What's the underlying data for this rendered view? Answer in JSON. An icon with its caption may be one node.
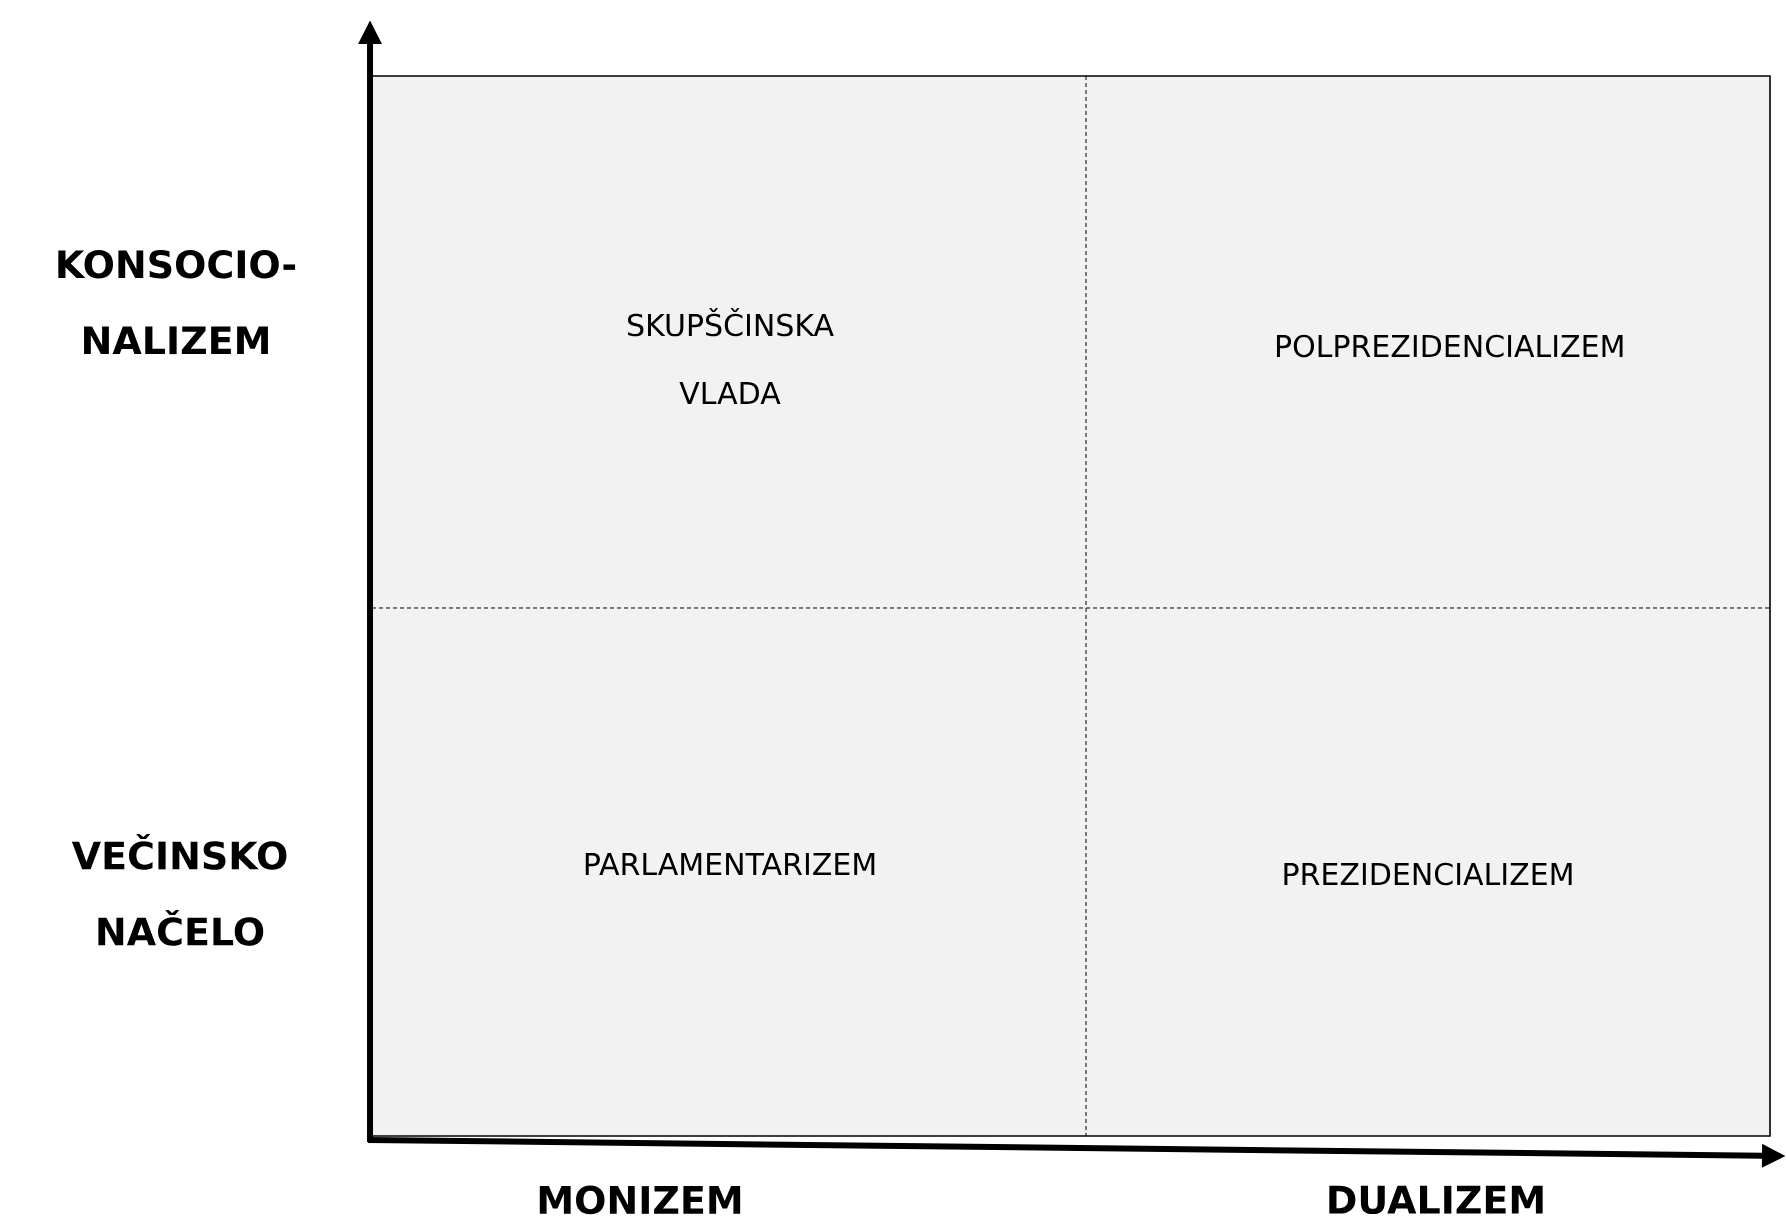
{
  "diagram": {
    "nodes": [
      {
        "text": [
          "SKUPŠČINSKA VLADA"
        ]
      },
      {
        "text": [
          "POLPREZIDENCIALIZEM"
        ]
      },
      {
        "text": [
          "PARLAMENTARIZEM"
        ]
      },
      {
        "text": [
          "PREZIDENCIALIZEM"
        ]
      }
    ],
    "labels": [
      "KONSOCIO- NALIZEM",
      "VEČINSKO NAČELO",
      "MONIZEM",
      "DUALIZEM"
    ]
  }
}
